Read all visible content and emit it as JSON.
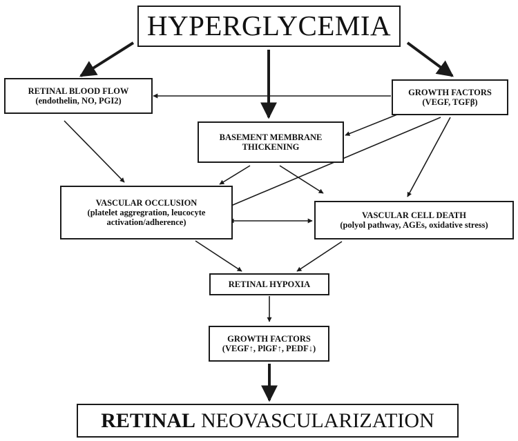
{
  "colors": {
    "ink": "#1a1a1a",
    "background": "#ffffff"
  },
  "nodes": {
    "hyperglycemia": {
      "title": "HYPERGLYCEMIA"
    },
    "retinal_blood_flow": {
      "title": "RETINAL BLOOD FLOW",
      "detail": "(endothelin, NO, PGI2)"
    },
    "growth_factors_top": {
      "title": "GROWTH FACTORS",
      "detail": "(VEGF, TGFβ)"
    },
    "basement_membrane": {
      "line1": "BASEMENT MEMBRANE",
      "line2": "THICKENING"
    },
    "vascular_occlusion": {
      "title": "VASCULAR OCCLUSION",
      "detail1": "(platelet aggregration, leucocyte",
      "detail2": "activation/adherence)"
    },
    "vascular_cell_death": {
      "title": "VASCULAR CELL DEATH",
      "detail": "(polyol pathway, AGEs, oxidative stress)"
    },
    "retinal_hypoxia": {
      "title": "RETINAL HYPOXIA"
    },
    "growth_factors_bottom": {
      "title": "GROWTH FACTORS",
      "detail": "(VEGF↑, PlGF↑, PEDF↓)"
    },
    "retinal_neovascularization": {
      "word1": "RETINAL",
      "word2": "NEOVASCULARIZATION"
    }
  },
  "edges": [
    {
      "from": "hyperglycemia",
      "to": "retinal_blood_flow"
    },
    {
      "from": "hyperglycemia",
      "to": "basement_membrane"
    },
    {
      "from": "hyperglycemia",
      "to": "growth_factors_top"
    },
    {
      "from": "growth_factors_top",
      "to": "retinal_blood_flow"
    },
    {
      "from": "growth_factors_top",
      "to": "basement_membrane"
    },
    {
      "from": "growth_factors_top",
      "to": "vascular_occlusion"
    },
    {
      "from": "growth_factors_top",
      "to": "vascular_cell_death"
    },
    {
      "from": "retinal_blood_flow",
      "to": "vascular_occlusion"
    },
    {
      "from": "basement_membrane",
      "to": "vascular_occlusion"
    },
    {
      "from": "basement_membrane",
      "to": "vascular_cell_death"
    },
    {
      "from": "vascular_occlusion",
      "to": "vascular_cell_death",
      "bidirectional": true
    },
    {
      "from": "vascular_occlusion",
      "to": "retinal_hypoxia"
    },
    {
      "from": "vascular_cell_death",
      "to": "retinal_hypoxia"
    },
    {
      "from": "retinal_hypoxia",
      "to": "growth_factors_bottom"
    },
    {
      "from": "growth_factors_bottom",
      "to": "retinal_neovascularization"
    }
  ]
}
